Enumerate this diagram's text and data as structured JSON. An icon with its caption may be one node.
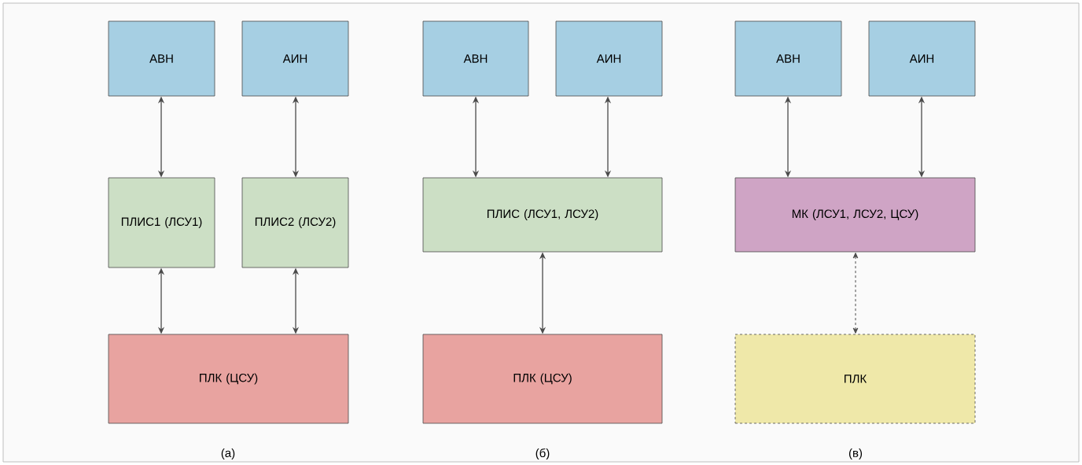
{
  "diagram": {
    "nodes": [
      {
        "text": [
          "АВН"
        ]
      },
      {
        "text": [
          "АИН"
        ]
      },
      {
        "text": [
          "ПЛИС1 (ЛСУ1)"
        ]
      },
      {
        "text": [
          "ПЛИС2 (ЛСУ2)"
        ]
      },
      {
        "text": [
          "ПЛК (ЦСУ)"
        ]
      },
      {
        "text": [
          "АВН"
        ]
      },
      {
        "text": [
          "АИН"
        ]
      },
      {
        "text": [
          "ПЛИС (ЛСУ1, ЛСУ2)"
        ]
      },
      {
        "text": [
          "ПЛК (ЦСУ)"
        ]
      },
      {
        "text": [
          "АВН"
        ]
      },
      {
        "text": [
          "АИН"
        ]
      },
      {
        "text": [
          "МК (ЛСУ1, ЛСУ2, ЦСУ)"
        ]
      },
      {
        "text": [
          "ПЛК"
        ]
      }
    ],
    "edges": [
      {
        "from": 0,
        "to": 2,
        "arrow": "both"
      },
      {
        "from": 1,
        "to": 3,
        "arrow": "both"
      },
      {
        "from": 2,
        "to": 4,
        "arrow": "both"
      },
      {
        "from": 3,
        "to": 4,
        "arrow": "both"
      },
      {
        "from": 5,
        "to": 7,
        "arrow": "both"
      },
      {
        "from": 6,
        "to": 7,
        "arrow": "both"
      },
      {
        "from": 7,
        "to": 8,
        "arrow": "both"
      },
      {
        "from": 9,
        "to": 11,
        "arrow": "both"
      },
      {
        "from": 10,
        "to": 11,
        "arrow": "both"
      },
      {
        "from": 11,
        "to": 12,
        "arrow": "both",
        "style": "dashed"
      }
    ],
    "labels": [
      "(а)",
      "(б)",
      "(в)"
    ]
  }
}
